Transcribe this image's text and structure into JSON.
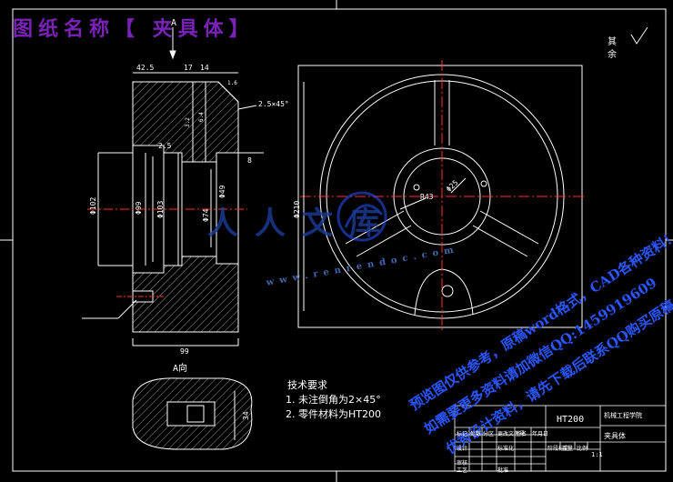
{
  "watermark": {
    "title": "图纸名称【 夹具体】",
    "line1": "预览图仅供参考，原稿word格式，CAD各种资料！",
    "line2": "如需要更多资料请加微信QQ:1459919609",
    "line3": "优秀设计资料，请先下载后联系QQ购买原稿",
    "site": "www.renrendoc.com",
    "logo": "人人文库"
  },
  "drawing": {
    "view_label_a": "A",
    "view_label_a_dir": "A向",
    "dims": {
      "top_42_5": "42.5",
      "top_17": "17",
      "top_14": "14",
      "chamfer": "2.5×45°",
      "d_2_5": "2.5",
      "d_8": "8",
      "phi_102": "Φ102",
      "phi_99": "Φ99",
      "phi_102b": "Φ103",
      "phi_74": "Φ74",
      "phi_49": "Φ49",
      "len_99": "99",
      "phi_210": "Φ210",
      "r43": "R43",
      "phi_25": "Φ25",
      "dim_34": "34",
      "roughness_1": "1.6",
      "roughness_2": "3.2",
      "roughness_3": "6.4"
    },
    "surface_note": "其余",
    "tech_req": {
      "heading": "技术要求",
      "item1": "1. 未注倒角为2×45°",
      "item2": "2. 零件材料为HT200"
    }
  },
  "title_block": {
    "material": "HT200",
    "part_name": "夹具体",
    "school": "机械工程学院",
    "scale": "1:1",
    "cells": [
      "标记",
      "处数",
      "分区",
      "更改文件号",
      "签名",
      "年月日",
      "设计",
      "标准化",
      "阶段标记",
      "重量",
      "比例",
      "审核",
      "工艺",
      "批准"
    ]
  }
}
